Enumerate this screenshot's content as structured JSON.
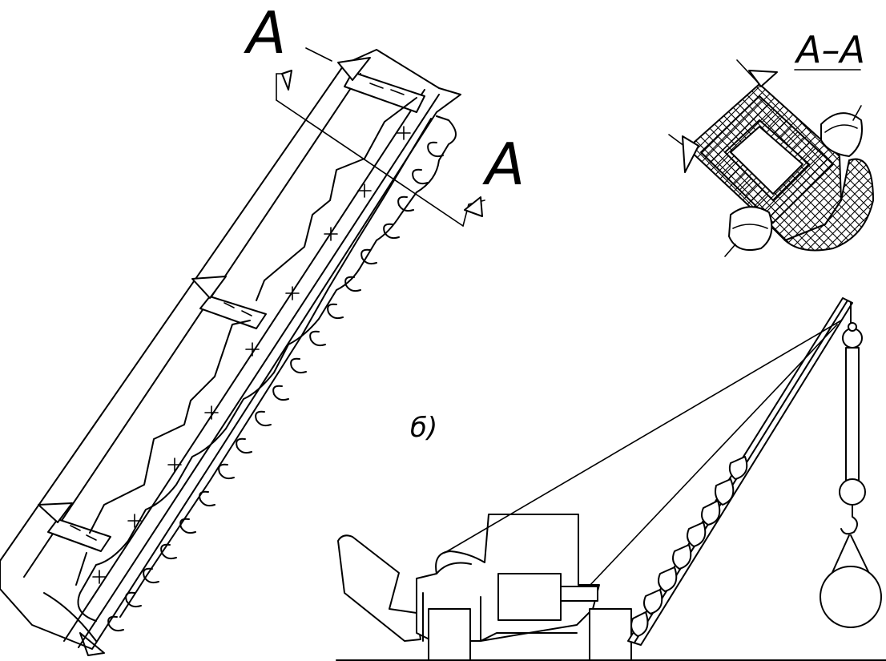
{
  "labels": {
    "section_mark_top": "A",
    "section_mark_right": "A",
    "section_title": "A–A",
    "figure_letter": "б)"
  },
  "colors": {
    "line": "#000000",
    "background": "#ffffff"
  }
}
